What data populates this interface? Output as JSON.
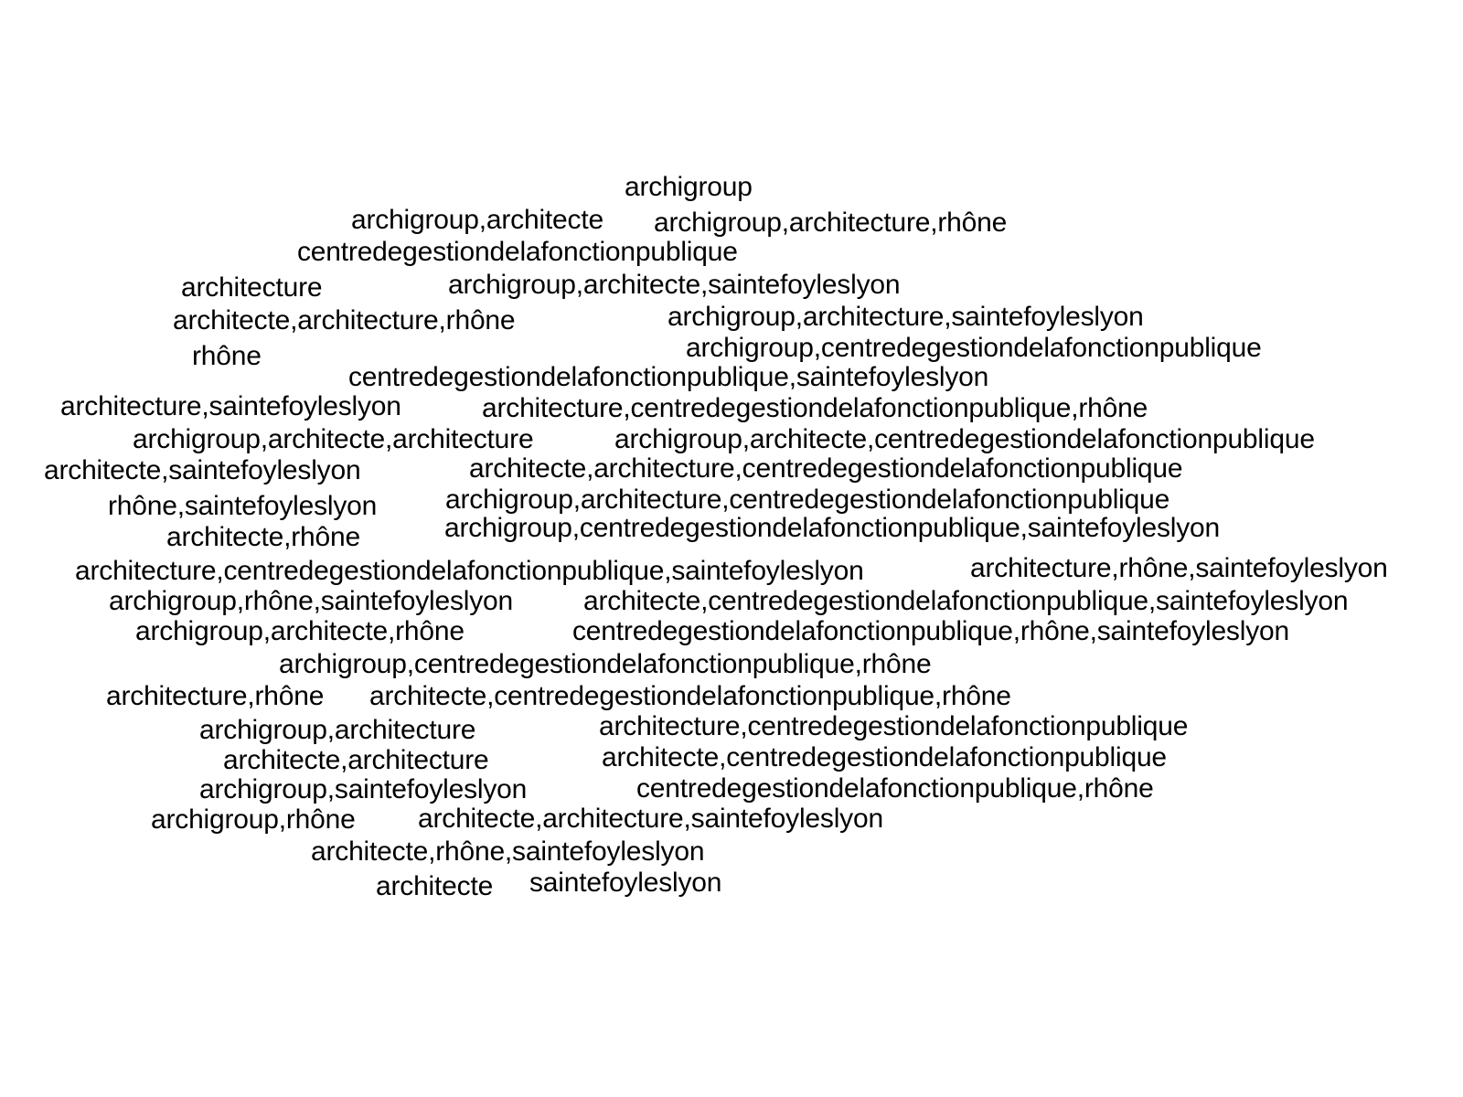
{
  "terms": [
    "archigroup",
    "archigroup,architecte",
    "archigroup,architecture,rhône",
    "centredegestiondelafonctionpublique",
    "architecture",
    "archigroup,architecte,saintefoyleslyon",
    "architecte,architecture,rhône",
    "archigroup,architecture,saintefoyleslyon",
    "rhône",
    "archigroup,centredegestiondelafonctionpublique",
    "centredegestiondelafonctionpublique,saintefoyleslyon",
    "architecture,saintefoyleslyon",
    "architecture,centredegestiondelafonctionpublique,rhône",
    "archigroup,architecte,architecture",
    "archigroup,architecte,centredegestiondelafonctionpublique",
    "architecte,saintefoyleslyon",
    "architecte,architecture,centredegestiondelafonctionpublique",
    "rhône,saintefoyleslyon",
    "archigroup,architecture,centredegestiondelafonctionpublique",
    "architecte,rhône",
    "archigroup,centredegestiondelafonctionpublique,saintefoyleslyon",
    "architecture,centredegestiondelafonctionpublique,saintefoyleslyon",
    "architecture,rhône,saintefoyleslyon",
    "archigroup,rhône,saintefoyleslyon",
    "architecte,centredegestiondelafonctionpublique,saintefoyleslyon",
    "archigroup,architecte,rhône",
    "centredegestiondelafonctionpublique,rhône,saintefoyleslyon",
    "archigroup,centredegestiondelafonctionpublique,rhône",
    "architecture,rhône",
    "architecte,centredegestiondelafonctionpublique,rhône",
    "archigroup,architecture",
    "architecture,centredegestiondelafonctionpublique",
    "architecte,architecture",
    "architecte,centredegestiondelafonctionpublique",
    "archigroup,saintefoyleslyon",
    "centredegestiondelafonctionpublique,rhône",
    "archigroup,rhône",
    "architecte,architecture,saintefoyleslyon",
    "architecte,rhône,saintefoyleslyon",
    "architecte",
    "saintefoyleslyon"
  ],
  "text_color": "#000000",
  "background_color": "#ffffff"
}
